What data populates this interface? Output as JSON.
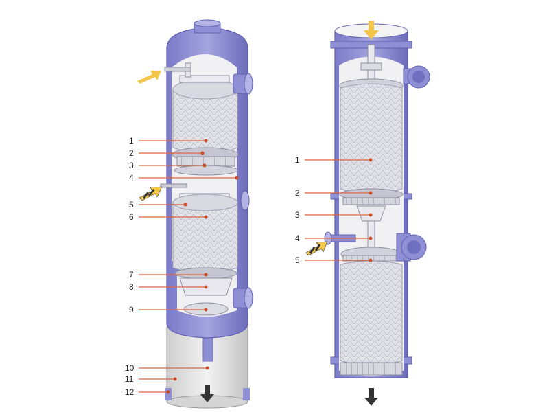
{
  "colors": {
    "shell": "#8f8fd6",
    "shell_dark": "#6f6fbf",
    "shell_light": "#b3b3e6",
    "interior": "#f1f1f4",
    "packing": "#e3e3ea",
    "packing_line": "#b9b9c6",
    "leader": "#e0643c",
    "leader_dot": "#c84a26",
    "arrow_yellow": "#f3c64a",
    "arrow_dark": "#333333",
    "pipe": "#dedede"
  },
  "left_column": {
    "callouts": [
      {
        "label": "1"
      },
      {
        "label": "2"
      },
      {
        "label": "3"
      },
      {
        "label": "4"
      },
      {
        "label": "5"
      },
      {
        "label": "6"
      },
      {
        "label": "7"
      },
      {
        "label": "8"
      },
      {
        "label": "9"
      },
      {
        "label": "10"
      },
      {
        "label": "11"
      },
      {
        "label": "12"
      }
    ],
    "arrows": [
      "feed-in-arrow",
      "side-feed-in-arrow",
      "bottom-outlet-arrow"
    ]
  },
  "right_column": {
    "callouts": [
      {
        "label": "1"
      },
      {
        "label": "2"
      },
      {
        "label": "3"
      },
      {
        "label": "4"
      },
      {
        "label": "5"
      }
    ],
    "arrows": [
      "top-inlet-arrow",
      "side-feed-in-arrow",
      "bottom-outlet-arrow"
    ]
  }
}
